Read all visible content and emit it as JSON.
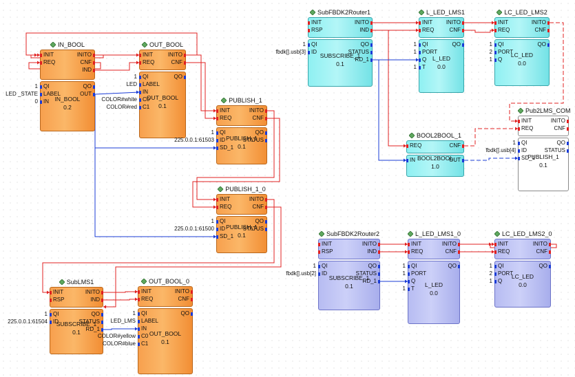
{
  "blocks": [
    {
      "id": "in_bool",
      "name": "IN_BOOL",
      "type": "IN_BOOL",
      "version": "0.2",
      "theme": "orange",
      "ev_in": [
        "INIT",
        "REQ"
      ],
      "ev_out": [
        "INITO",
        "CNF",
        "IND"
      ],
      "dt_in": [
        "QI",
        "LABEL",
        "IN"
      ],
      "dt_out": [
        "QO",
        "OUT"
      ]
    },
    {
      "id": "out_bool",
      "name": "OUT_BOOL",
      "type": "OUT_BOOL",
      "version": "0.1",
      "theme": "orange",
      "ev_in": [
        "INIT",
        "REQ"
      ],
      "ev_out": [
        "INITO",
        "CNF"
      ],
      "dt_in": [
        "QI",
        "LABEL",
        "IN",
        "C0",
        "C1"
      ],
      "dt_out": [
        "QO"
      ]
    },
    {
      "id": "publish_1",
      "name": "PUBLISH_1",
      "type": "PUBLISH_1",
      "version": "0.1",
      "theme": "orange",
      "ev_in": [
        "INIT",
        "REQ"
      ],
      "ev_out": [
        "INITO",
        "CNF"
      ],
      "dt_in": [
        "QI",
        "ID",
        "SD_1"
      ],
      "dt_out": [
        "QO",
        "STATUS"
      ]
    },
    {
      "id": "publish_1_0",
      "name": "PUBLISH_1_0",
      "type": "PUBLISH_1",
      "version": "0.1",
      "theme": "orange",
      "ev_in": [
        "INIT",
        "REQ"
      ],
      "ev_out": [
        "INITO",
        "CNF"
      ],
      "dt_in": [
        "QI",
        "ID",
        "SD_1"
      ],
      "dt_out": [
        "QO",
        "STATUS"
      ]
    },
    {
      "id": "sublms1",
      "name": "SubLMS1",
      "type": "SUBSCRIBE_1",
      "version": "0.1",
      "theme": "orange",
      "ev_in": [
        "INIT",
        "RSP"
      ],
      "ev_out": [
        "INITO",
        "IND"
      ],
      "dt_in": [
        "QI",
        "ID"
      ],
      "dt_out": [
        "QO",
        "STATUS",
        "RD_1"
      ]
    },
    {
      "id": "out_bool_0",
      "name": "OUT_BOOL_0",
      "type": "OUT_BOOL",
      "version": "0.1",
      "theme": "orange",
      "ev_in": [
        "INIT",
        "REQ"
      ],
      "ev_out": [
        "INITO",
        "CNF"
      ],
      "dt_in": [
        "QI",
        "LABEL",
        "IN",
        "C0",
        "C1"
      ],
      "dt_out": [
        "QO"
      ]
    },
    {
      "id": "subfbdk2router1",
      "name": "SubFBDK2Router1",
      "type": "SUBSCRIBE_1",
      "version": "0.1",
      "theme": "cyan",
      "ev_in": [
        "INIT",
        "RSP"
      ],
      "ev_out": [
        "INITO",
        "IND"
      ],
      "dt_in": [
        "QI",
        "ID"
      ],
      "dt_out": [
        "QO",
        "STATUS",
        "RD_1"
      ]
    },
    {
      "id": "l_led_lms1",
      "name": "L_LED_LMS1",
      "type": "L_LED",
      "version": "0.0",
      "theme": "cyan",
      "ev_in": [
        "INIT",
        "REQ"
      ],
      "ev_out": [
        "INITO",
        "CNF"
      ],
      "dt_in": [
        "QI",
        "PORT",
        "Q",
        "T"
      ],
      "dt_out": [
        "QO"
      ]
    },
    {
      "id": "lc_led_lms2",
      "name": "LC_LED_LMS2",
      "type": "LC_LED",
      "version": "0.0",
      "theme": "cyan",
      "ev_in": [
        "INIT",
        "REQ"
      ],
      "ev_out": [
        "INITO",
        "CNF"
      ],
      "dt_in": [
        "QI",
        "PORT",
        "Q"
      ],
      "dt_out": [
        "QO"
      ]
    },
    {
      "id": "bool2bool_1",
      "name": "BOOL2BOOL_1",
      "type": "BOOL2BOOL",
      "version": "1.0",
      "theme": "cyan",
      "ev_in": [
        "REQ"
      ],
      "ev_out": [
        "CNF"
      ],
      "dt_in": [
        "IN"
      ],
      "dt_out": [
        "OUT"
      ]
    },
    {
      "id": "pub2lms_com",
      "name": "Pub2LMS_COM",
      "type": "PUBLISH_1",
      "version": "0.1",
      "theme": "white",
      "ev_in": [
        "INIT",
        "REQ"
      ],
      "ev_out": [
        "INITO",
        "CNF"
      ],
      "dt_in": [
        "QI",
        "ID",
        "SD_1"
      ],
      "dt_out": [
        "QO",
        "STATUS"
      ]
    },
    {
      "id": "subfbdk2router2",
      "name": "SubFBDK2Router2",
      "type": "SUBSCRIBE_1",
      "version": "0.1",
      "theme": "lav",
      "ev_in": [
        "INIT",
        "RSP"
      ],
      "ev_out": [
        "INITO",
        "IND"
      ],
      "dt_in": [
        "QI",
        "ID"
      ],
      "dt_out": [
        "QO",
        "STATUS",
        "RD_1"
      ]
    },
    {
      "id": "l_led_lms1_0",
      "name": "L_LED_LMS1_0",
      "type": "L_LED",
      "version": "0.0",
      "theme": "lav",
      "ev_in": [
        "INIT",
        "REQ"
      ],
      "ev_out": [
        "INITO",
        "CNF"
      ],
      "dt_in": [
        "QI",
        "PORT",
        "Q",
        "T"
      ],
      "dt_out": [
        "QO"
      ]
    },
    {
      "id": "lc_led_lms2_0",
      "name": "LC_LED_LMS2_0",
      "type": "LC_LED",
      "version": "0.0",
      "theme": "lav",
      "ev_in": [
        "INIT",
        "REQ"
      ],
      "ev_out": [
        "INITO",
        "CNF"
      ],
      "dt_in": [
        "QI",
        "PORT",
        "Q"
      ],
      "dt_out": [
        "QO"
      ]
    }
  ],
  "params": {
    "in_bool": {
      "QI": "1",
      "LABEL": "LED _STATE",
      "IN": "0"
    },
    "out_bool": {
      "QI": "1",
      "LABEL": "LED",
      "C0": "COLOR#white",
      "C1": "COLOR#red"
    },
    "publish_1": {
      "QI": "1",
      "ID": "225.0.0.1:61503"
    },
    "publish_1_0": {
      "QI": "1",
      "ID": "225.0.0.1:61500"
    },
    "sublms1": {
      "QI": "1",
      "ID": "225.0.0.1:61504"
    },
    "out_bool_0": {
      "QI": "1",
      "LABEL": "LED_LMS",
      "C0": "COLOR#yellow",
      "C1": "COLOR#blue"
    },
    "subfbdk2router1": {
      "QI": "1",
      "ID": "fbdk[].usb[3]"
    },
    "l_led_lms1": {
      "QI": "1",
      "PORT": "1",
      "T": "1"
    },
    "lc_led_lms2": {
      "QI": "1",
      "PORT": "2",
      "Q": "1"
    },
    "pub2lms_com": {
      "QI": "1",
      "ID": "fbdk[].usb[4]"
    },
    "subfbdk2router2": {
      "QI": "1",
      "ID": "fbdk[].usb[2]"
    },
    "l_led_lms1_0": {
      "QI": "1",
      "PORT": "1",
      "T": "1"
    },
    "lc_led_lms2_0": {
      "QI": "1",
      "PORT": "2",
      "Q": "1"
    }
  },
  "colors": {
    "event": "#e02020",
    "data": "#1a3bd6",
    "dashed": "#e02020"
  },
  "icons": {
    "block_marker": "diamond-gem-icon"
  }
}
